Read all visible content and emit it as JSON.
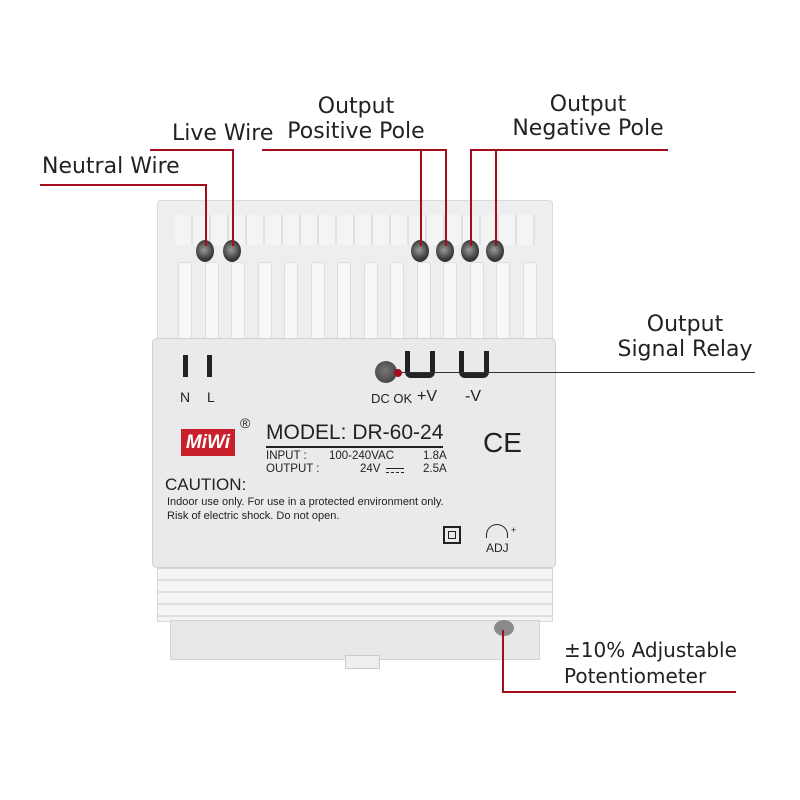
{
  "callouts": {
    "neutral_wire": "Neutral Wire",
    "live_wire": "Live Wire",
    "output_positive_pole": [
      "Output",
      "Positive Pole"
    ],
    "output_negative_pole": [
      "Output",
      "Negative Pole"
    ],
    "output_signal_relay": [
      "Output",
      "Signal Relay"
    ],
    "potentiometer": [
      "±10% Adjustable",
      "Potentiometer"
    ]
  },
  "device": {
    "terminals": {
      "n": "N",
      "l": "L",
      "dc_ok": "DC OK",
      "pos": "+V",
      "neg": "-V"
    },
    "brand": "MiWi",
    "registered": "®",
    "model": "MODEL: DR-60-24",
    "input_label": "INPUT :",
    "input_voltage": "100-240VAC",
    "input_current": "1.8A",
    "output_label": "OUTPUT :",
    "output_voltage": "24V",
    "output_current": "2.5A",
    "caution_title": "CAUTION:",
    "caution_line1": "Indoor use only.  For use in a protected environment only.",
    "caution_line2": "Risk of electric shock. Do not open.",
    "ce_mark": "CE",
    "adj_label": "ADJ",
    "adj_plus": "+"
  },
  "colors": {
    "callout_line": "#a50c1c",
    "brand_red": "#c9202c"
  }
}
